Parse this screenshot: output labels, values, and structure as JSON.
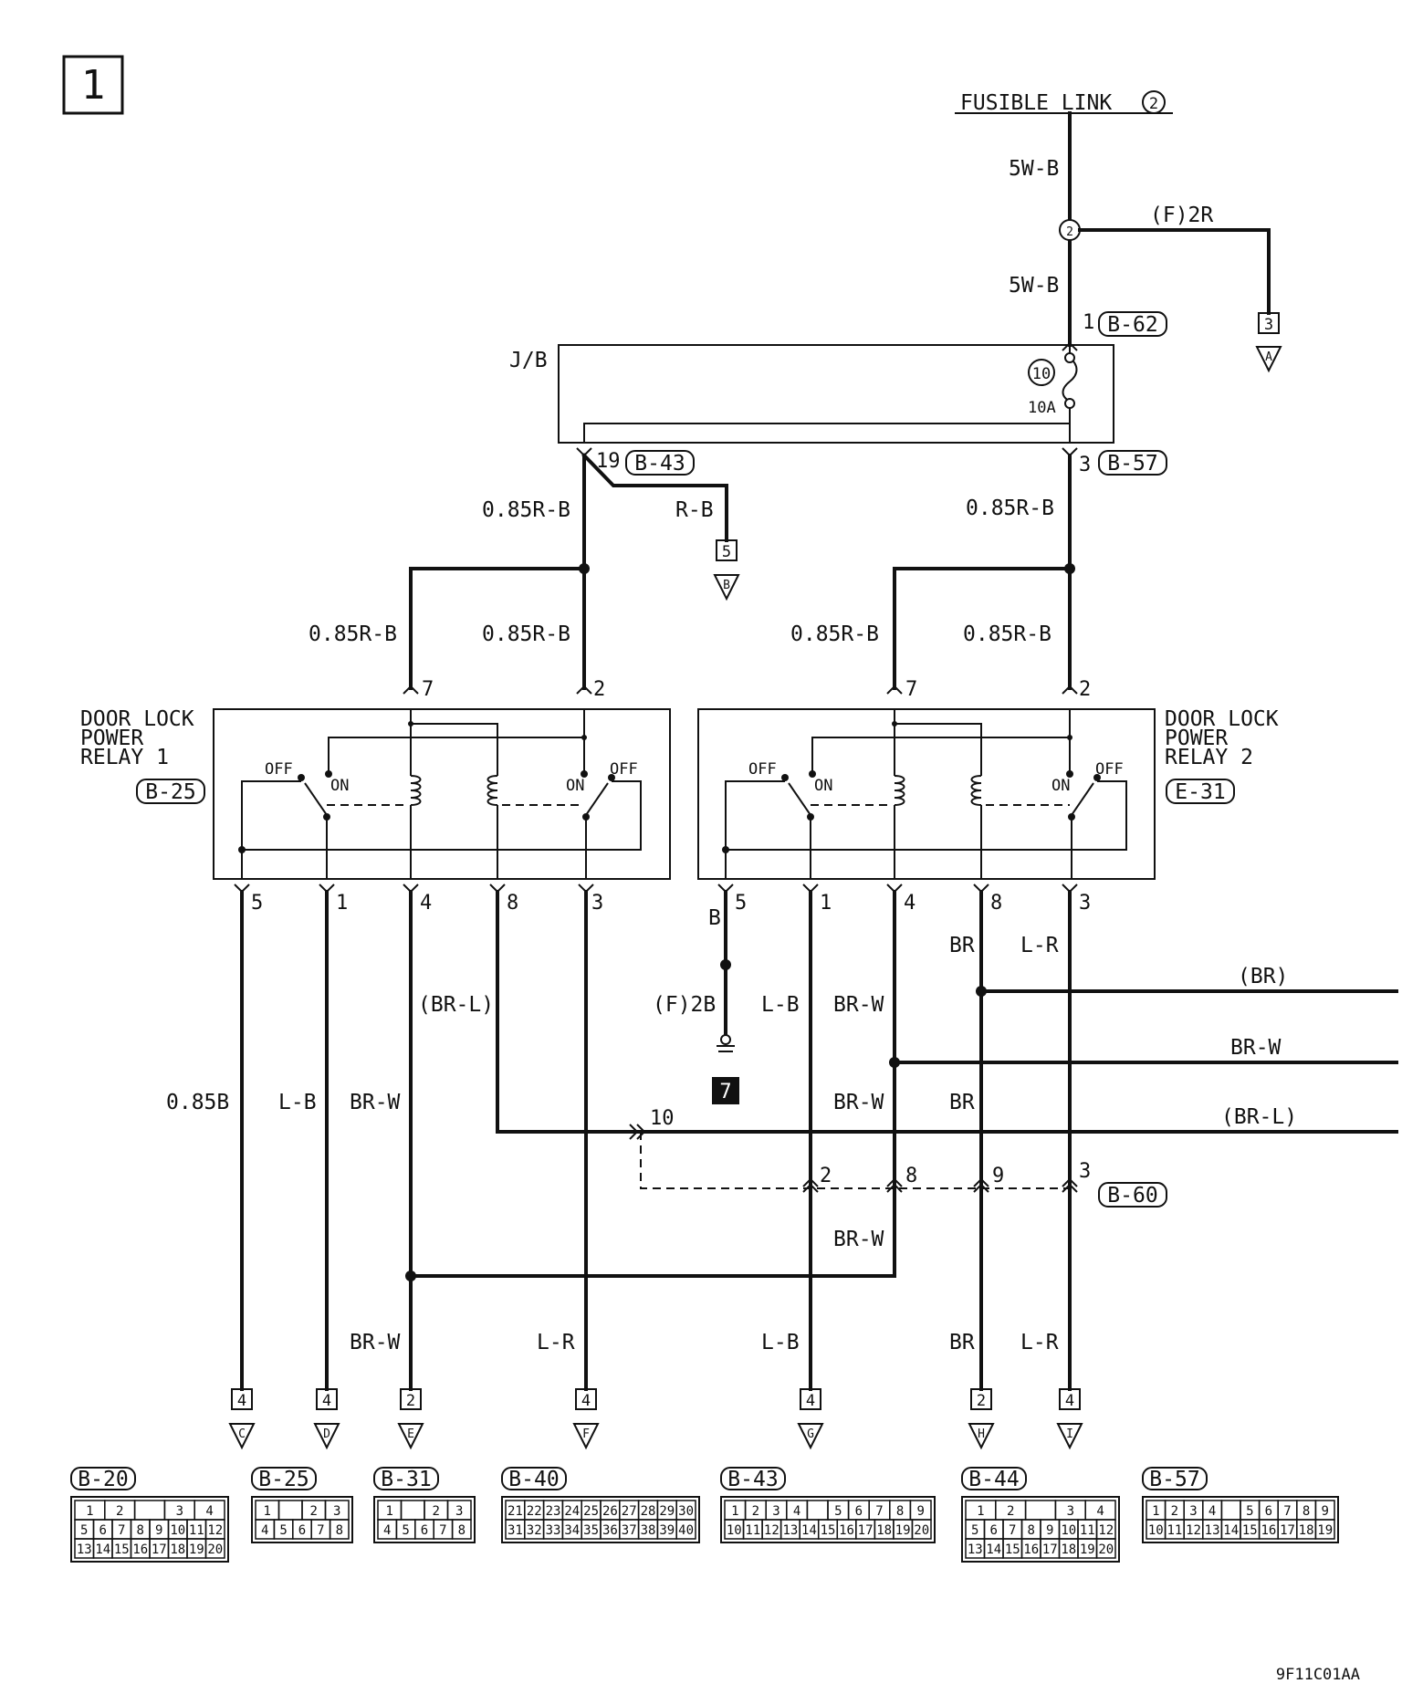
{
  "page_number": "1",
  "source": {
    "label": "FUSIBLE LINK",
    "number": "2"
  },
  "junction_block": {
    "label": "J/B",
    "fuse_number": "10",
    "fuse_rating": "10A"
  },
  "relays": [
    {
      "name_lines": [
        "DOOR LOCK",
        "POWER",
        "RELAY 1"
      ],
      "connector": "B-25",
      "pins_top": [
        "7",
        "2"
      ],
      "pins_bottom": [
        "5",
        "1",
        "4",
        "8",
        "3"
      ]
    },
    {
      "name_lines": [
        "DOOR LOCK",
        "POWER",
        "RELAY 2"
      ],
      "connector": "E-31",
      "pins_top": [
        "7",
        "2"
      ],
      "pins_bottom": [
        "5",
        "1",
        "4",
        "8",
        "3"
      ]
    }
  ],
  "switch_labels": {
    "off": "OFF",
    "on": "ON"
  },
  "connector_callouts": [
    {
      "id": "B-62",
      "pin": "1"
    },
    {
      "id": "B-43",
      "pin": "19"
    },
    {
      "id": "B-57",
      "pin": "3"
    },
    {
      "id": "B-60",
      "pin": "3"
    }
  ],
  "splice": {
    "number": "2"
  },
  "ground": {
    "number": "7"
  },
  "wire_labels": {
    "main_top": "5W-B",
    "main_mid": "5W-B",
    "branch_f2r": "(F)2R",
    "rb_left": "0.85R-B",
    "rb_branch": "R-B",
    "rb_right": "0.85R-B",
    "r1_pin7": "0.85R-B",
    "r1_pin2": "0.85R-B",
    "r2_pin7": "0.85R-B",
    "r2_pin2": "0.85R-B",
    "r1_pin8": "(BR-L)",
    "r1_pin5": "0.85B",
    "r1_pin1": "L-B",
    "r1_pin4": "BR-W",
    "r2_pin5": "B",
    "ground_wire": "(F)2B",
    "r2_pin1": "L-B",
    "r2_pin4_upper": "BR-W",
    "r2_pin8": "BR",
    "r2_pin3": "L-R",
    "out_br": "(BR)",
    "out_brw": "BR-W",
    "out_brl": "(BR-L)",
    "r2_pin4_mid": "BR-W",
    "r2_pin8_mid": "BR",
    "r2_pin4_lower": "BR-W",
    "bottom_brw": "BR-W",
    "bottom_lr_1": "L-R",
    "bottom_lb": "L-B",
    "bottom_br": "BR",
    "bottom_lr_2": "L-R"
  },
  "b60_pins": [
    "10",
    "2",
    "8",
    "9",
    "3"
  ],
  "destinations": [
    {
      "page": "3",
      "letter": "A"
    },
    {
      "page": "5",
      "letter": "B"
    },
    {
      "page": "4",
      "letter": "C"
    },
    {
      "page": "4",
      "letter": "D"
    },
    {
      "page": "2",
      "letter": "E"
    },
    {
      "page": "4",
      "letter": "F"
    },
    {
      "page": "4",
      "letter": "G"
    },
    {
      "page": "2",
      "letter": "H"
    },
    {
      "page": "4",
      "letter": "I"
    }
  ],
  "connector_faces": [
    {
      "id": "B-20",
      "rows": [
        [
          "1",
          "2",
          "",
          "3",
          "4"
        ],
        [
          "5",
          "6",
          "7",
          "8",
          "9",
          "10",
          "11",
          "12"
        ],
        [
          "13",
          "14",
          "15",
          "16",
          "17",
          "18",
          "19",
          "20"
        ]
      ]
    },
    {
      "id": "B-25",
      "rows": [
        [
          "1",
          "",
          "2",
          "3"
        ],
        [
          "4",
          "5",
          "6",
          "7",
          "8"
        ]
      ]
    },
    {
      "id": "B-31",
      "rows": [
        [
          "1",
          "",
          "2",
          "3"
        ],
        [
          "4",
          "5",
          "6",
          "7",
          "8"
        ]
      ]
    },
    {
      "id": "B-40",
      "rows": [
        [
          "21",
          "22",
          "23",
          "24",
          "25",
          "26",
          "27",
          "28",
          "29",
          "30"
        ],
        [
          "31",
          "32",
          "33",
          "34",
          "35",
          "36",
          "37",
          "38",
          "39",
          "40"
        ]
      ]
    },
    {
      "id": "B-43",
      "rows": [
        [
          "1",
          "2",
          "3",
          "4",
          "",
          "5",
          "6",
          "7",
          "8",
          "9"
        ],
        [
          "10",
          "11",
          "12",
          "13",
          "14",
          "15",
          "16",
          "17",
          "18",
          "19",
          "20"
        ]
      ]
    },
    {
      "id": "B-44",
      "rows": [
        [
          "1",
          "2",
          "",
          "3",
          "4"
        ],
        [
          "5",
          "6",
          "7",
          "8",
          "9",
          "10",
          "11",
          "12"
        ],
        [
          "13",
          "14",
          "15",
          "16",
          "17",
          "18",
          "19",
          "20"
        ]
      ]
    },
    {
      "id": "B-57",
      "rows": [
        [
          "1",
          "2",
          "3",
          "4",
          "",
          "5",
          "6",
          "7",
          "8",
          "9"
        ],
        [
          "10",
          "11",
          "12",
          "13",
          "14",
          "15",
          "16",
          "17",
          "18",
          "19"
        ]
      ]
    }
  ],
  "drawing_code": "9F11C01AA"
}
